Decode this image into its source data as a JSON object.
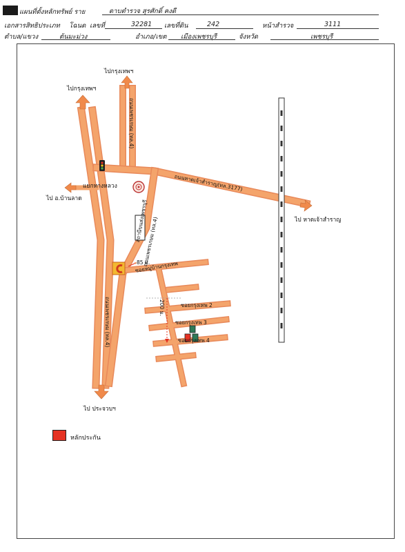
{
  "header": {
    "title_label": "แผนที่ตั้งหลักทรัพย์ ราย",
    "owner_name": "ดาบตำรวจ สุรศักดิ์ คงดี",
    "doc_label": "เอกสารสิทธิประเภท",
    "doc_type": "โฉนด",
    "doc_no_label": "เลขที่",
    "doc_no": "32281",
    "land_no_label": "เลขที่ดิน",
    "land_no": "242",
    "survey_label": "หน้าสำรวจ",
    "survey_no": "3111",
    "subdistrict_label": "ตำบล/แขวง",
    "subdistrict": "ต้นมะม่วง",
    "district_label": "อำเภอ/เขต",
    "district": "เมืองเพชรบุรี",
    "province_label": "จังหวัด",
    "province": "เพชรบุรี"
  },
  "map": {
    "to_bangkok_1": "ไปกรุงเทพฯ",
    "to_bangkok_2": "ไปกรุงเทพฯ",
    "to_ban_lat": "ไป อ.บ้านลาด",
    "to_prachuap": "ไป ประจวบฯ",
    "to_chao_samran": "ไป หาดเจ้าสำราญ",
    "intersection": "แยกทางหลวง",
    "road_chao_samran": "ถนนหาดเจ้าสำราญ(ทล.3177)",
    "highway_left": "ถนนเพชรเกษม (ทล.4)",
    "highway_top": "ถนนเพชรเกษม (ทล.4)",
    "highway_mid": "ถนนเพชรเกษม (ทล.4)",
    "station": "สถานีขนส่งเพชรบุรี",
    "dist_85": "85 ม.",
    "dist_200": "200 ม.",
    "soi_main": "ซอยหมู่บ้านกรุงเทพ",
    "soi_2": "ซอยกรุงเทพ 2",
    "soi_3": "ซอยกรุงเทพ 3",
    "soi_4": "ซอยกรุงเทพ 4"
  },
  "legend": {
    "collateral": "หลักประกัน"
  },
  "colors": {
    "road": "#f4a46b",
    "road_edge": "#e8895a",
    "arrow": "#f08a4b",
    "collateral": "#e53222",
    "building": "#2f7a57"
  }
}
